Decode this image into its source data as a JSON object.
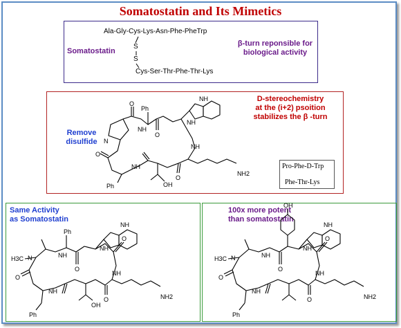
{
  "title": "Somatostatin and Its Mimetics",
  "box1": {
    "seq_top": "Ala-Gly-Cys-Lys-Asn-Phe-PheTrp",
    "s1": "S",
    "s2": "S",
    "seq_bottom": "Cys-Ser-Thr-Phe-Thr-Lys",
    "label": "Somatostatin",
    "note_line1": "β-turn reponsible for",
    "note_line2": "biological activity"
  },
  "box2": {
    "remove_line1": "Remove",
    "remove_line2": "disulfide",
    "note_line1": "D-stereochemistry",
    "note_line2": "at the (i+2) psoition",
    "note_line3": "stabilizes the β -turn",
    "mini_line1": "Pro-Phe-D-Trp",
    "mini_line2": "Phe-Thr-Lys",
    "atoms": {
      "ph_top": "Ph",
      "ph_bottom": "Ph",
      "nh_indole": "NH",
      "nh1": "NH",
      "nh2": "NH",
      "nh3": "NH",
      "nh4": "NH",
      "n": "N",
      "o1": "O",
      "o2": "O",
      "o3": "O",
      "o4": "O",
      "oh": "OH",
      "nh2_chain": "NH2"
    }
  },
  "box3": {
    "label_line1": "Same Activity",
    "label_line2": "as Somatostatin",
    "atoms": {
      "ph_top": "Ph",
      "ph_bottom": "Ph",
      "nh_indole": "NH",
      "h3c": "H3C",
      "n": "N",
      "nh1": "NH",
      "nh2": "NH",
      "nh3": "NH",
      "nh4": "NH",
      "o1": "O",
      "o2": "O",
      "o3": "O",
      "o4": "O",
      "oh": "OH",
      "nh2_chain": "NH2"
    }
  },
  "box4": {
    "label_line1": "100x more potent",
    "label_line2": "than somatostatin",
    "atoms": {
      "oh_top": "OH",
      "ph_bottom": "Ph",
      "nh_indole": "NH",
      "h3c": "H3C",
      "n": "N",
      "nh1": "NH",
      "nh2": "NH",
      "nh3": "NH",
      "nh4": "NH",
      "o1": "O",
      "o2": "O",
      "o3": "O",
      "o4": "O",
      "nh2_chain": "NH2"
    }
  }
}
